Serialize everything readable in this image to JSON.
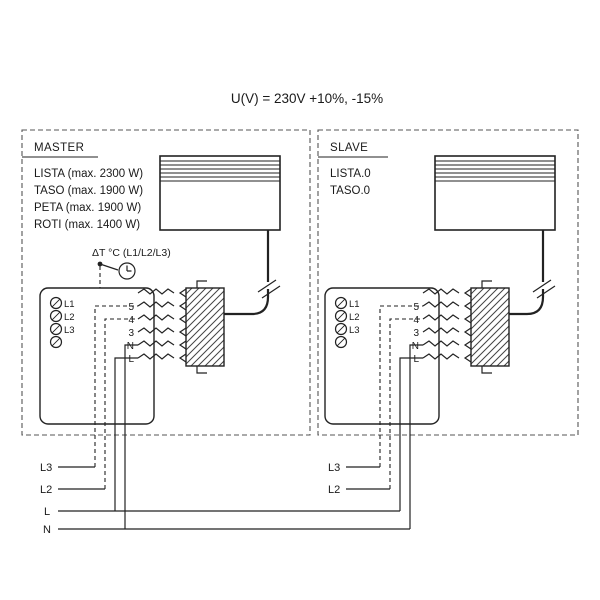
{
  "title": "U(V) = 230V  +10%, -15%",
  "master": {
    "label": "MASTER",
    "models": [
      "LISTA (max. 2300 W)",
      "TASO (max. 1900 W)",
      "PETA (max. 1900 W)",
      "ROTI (max. 1400 W)"
    ],
    "thermostat_label": "ΔT °C (L1/L2/L3)",
    "input_terminals": [
      "L1",
      "L2",
      "L3"
    ],
    "strip_terminals": [
      "5",
      "4",
      "3",
      "N",
      "L"
    ],
    "feed_labels": [
      "L3",
      "L2",
      "L",
      "N"
    ]
  },
  "slave": {
    "label": "SLAVE",
    "models": [
      "LISTA.0",
      "TASO.0"
    ],
    "input_terminals": [
      "L1",
      "L2",
      "L3"
    ],
    "strip_terminals": [
      "5",
      "4",
      "3",
      "N",
      "L"
    ],
    "feed_labels": [
      "L3",
      "L2"
    ]
  }
}
